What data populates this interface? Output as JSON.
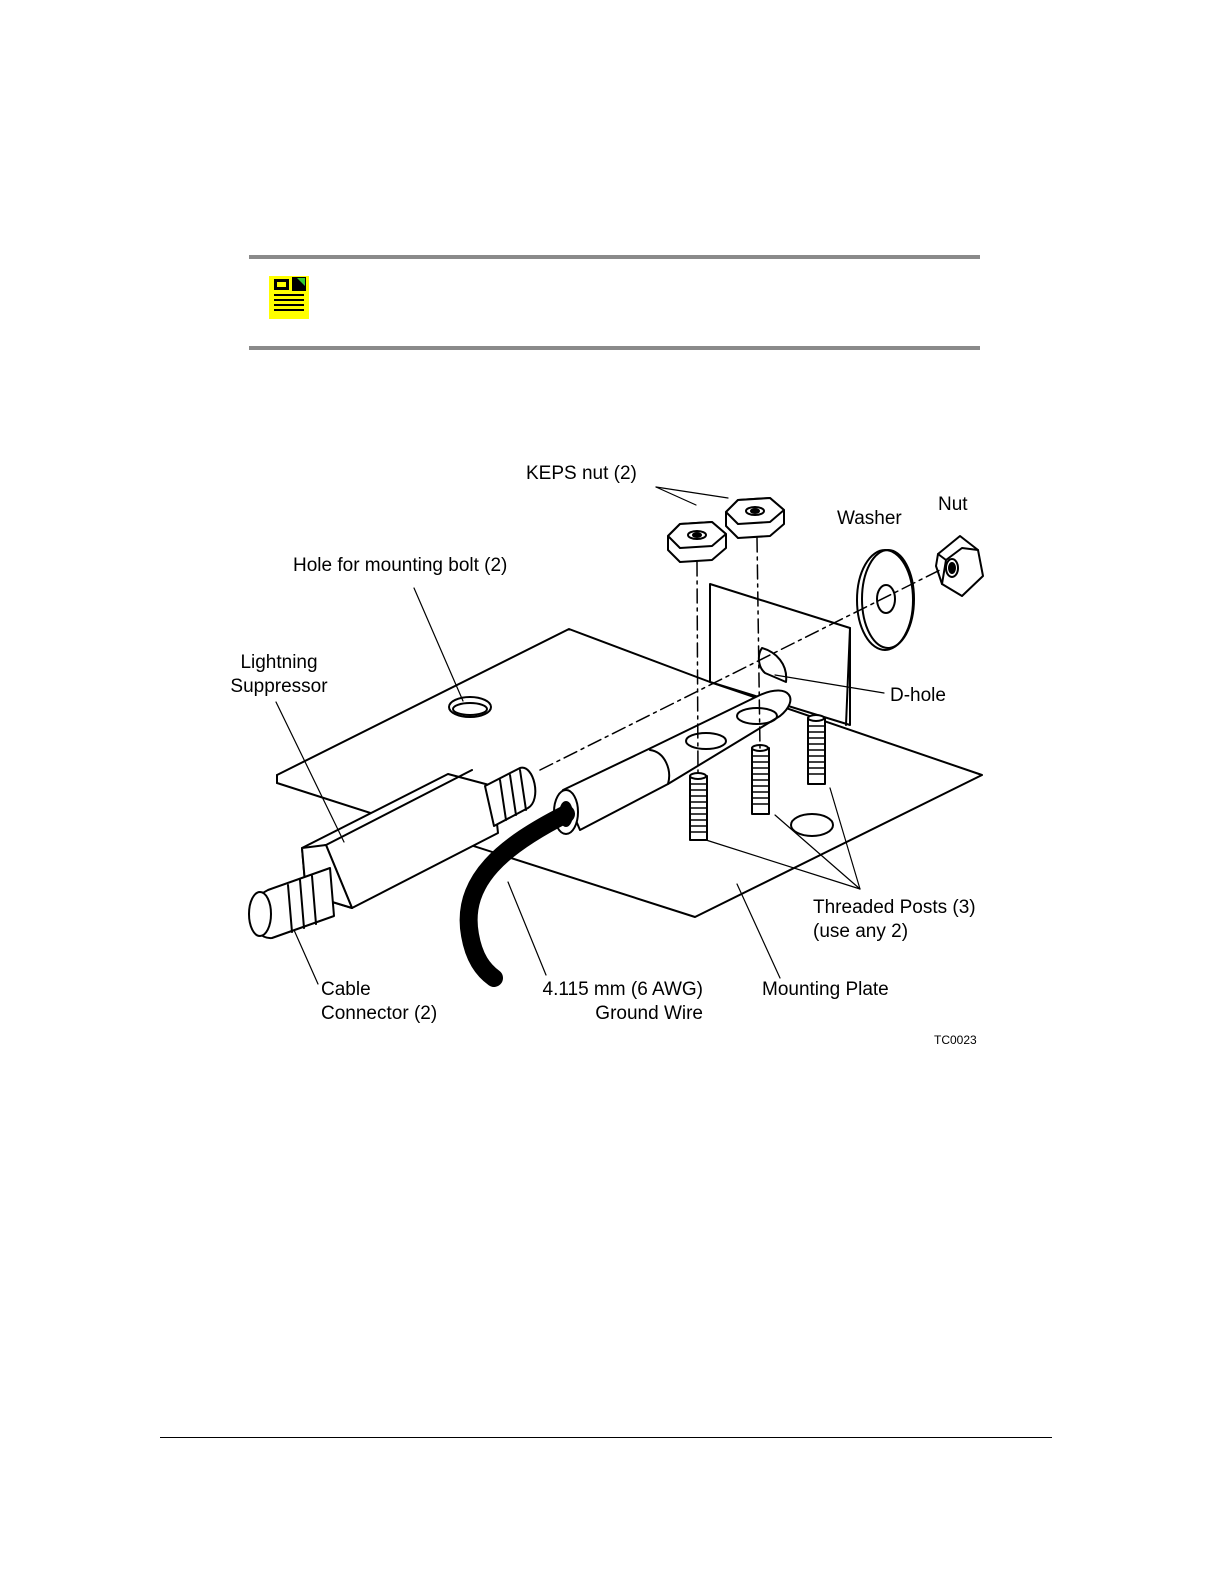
{
  "note": {
    "icon": "note-icon",
    "icon_color": "#ffff00"
  },
  "figure": {
    "labels": {
      "keps_nut": "KEPS nut (2)",
      "washer": "Washer",
      "nut": "Nut",
      "hole_mounting_bolt": "Hole for mounting bolt (2)",
      "lightning_line1": "Lightning",
      "lightning_line2": "Suppressor",
      "d_hole": "D-hole",
      "threaded_line1": "Threaded Posts (3)",
      "threaded_line2": "(use any 2)",
      "cable_line1": "Cable",
      "cable_line2": "Connector (2)",
      "ground_line1": "4.115 mm (6 AWG)",
      "ground_line2": "Ground Wire",
      "mounting_plate": "Mounting Plate",
      "figure_code": "TC0023"
    }
  }
}
